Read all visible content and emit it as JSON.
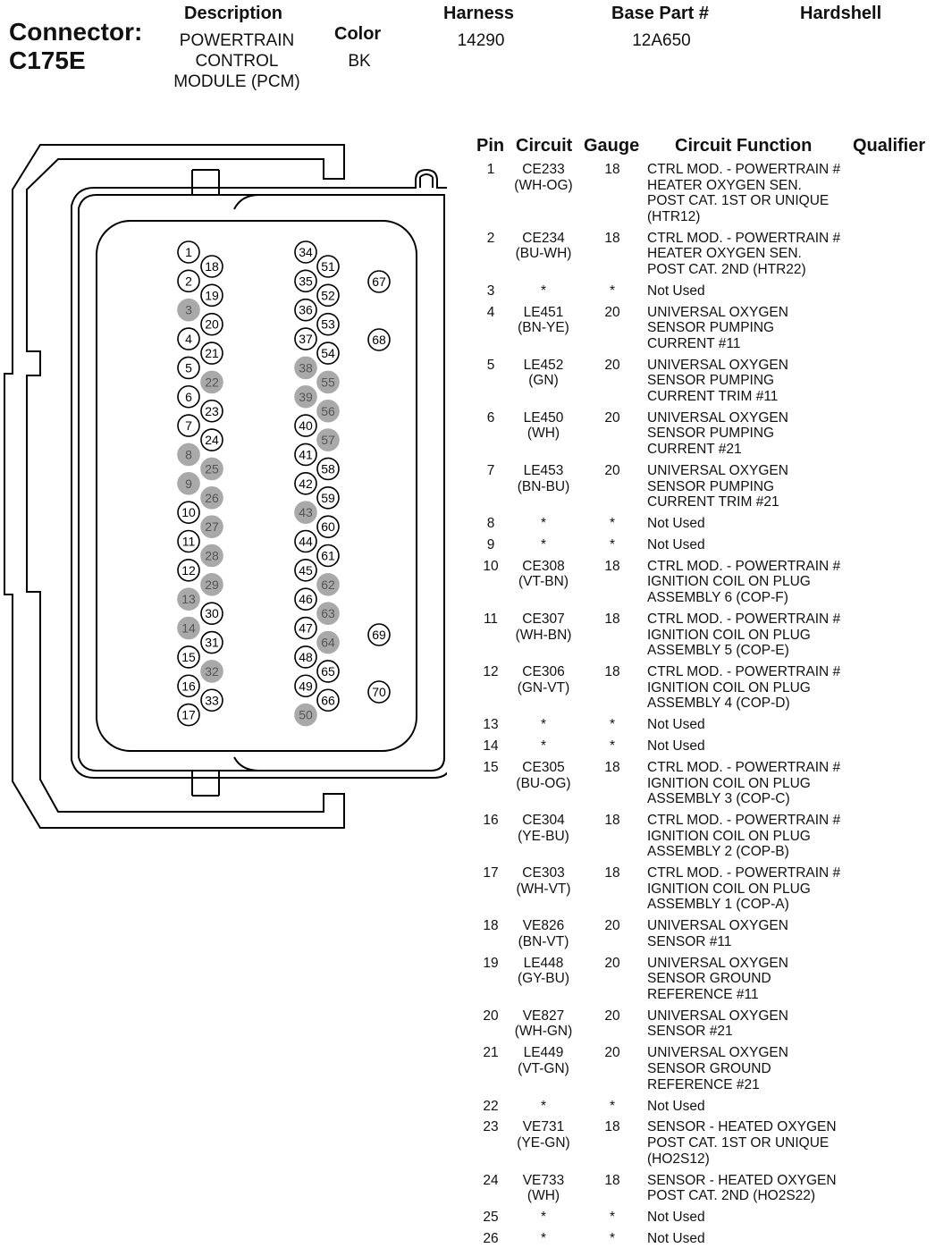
{
  "header": {
    "connector_label": "Connector:",
    "connector_name": "C175E",
    "description_label": "Description",
    "description_lines": [
      "POWERTRAIN",
      "CONTROL",
      "MODULE (PCM)"
    ],
    "color_label": "Color",
    "color_value": "BK",
    "harness_label": "Harness",
    "harness_value": "14290",
    "base_part_label": "Base Part #",
    "base_part_value": "12A650",
    "hardshell_label": "Hardshell"
  },
  "table": {
    "columns": [
      "Pin",
      "Circuit",
      "Gauge",
      "Circuit Function",
      "Qualifier"
    ],
    "rows": [
      {
        "pin": "1",
        "circuit": [
          "CE233",
          "(WH-OG)"
        ],
        "gauge": "18",
        "function": [
          "CTRL MOD. - POWERTRAIN #",
          "HEATER OXYGEN SEN.",
          "POST CAT. 1ST OR UNIQUE",
          "(HTR12)"
        ]
      },
      {
        "pin": "2",
        "circuit": [
          "CE234",
          "(BU-WH)"
        ],
        "gauge": "18",
        "function": [
          "CTRL MOD. - POWERTRAIN #",
          "HEATER OXYGEN SEN.",
          "POST CAT. 2ND (HTR22)"
        ]
      },
      {
        "pin": "3",
        "circuit": [
          "*"
        ],
        "gauge": "*",
        "function": [
          "Not Used"
        ]
      },
      {
        "pin": "4",
        "circuit": [
          "LE451",
          "(BN-YE)"
        ],
        "gauge": "20",
        "function": [
          "UNIVERSAL OXYGEN",
          "SENSOR PUMPING",
          "CURRENT #11"
        ]
      },
      {
        "pin": "5",
        "circuit": [
          "LE452",
          "(GN)"
        ],
        "gauge": "20",
        "function": [
          "UNIVERSAL OXYGEN",
          "SENSOR PUMPING",
          "CURRENT TRIM #11"
        ]
      },
      {
        "pin": "6",
        "circuit": [
          "LE450",
          "(WH)"
        ],
        "gauge": "20",
        "function": [
          "UNIVERSAL OXYGEN",
          "SENSOR PUMPING",
          "CURRENT #21"
        ]
      },
      {
        "pin": "7",
        "circuit": [
          "LE453",
          "(BN-BU)"
        ],
        "gauge": "20",
        "function": [
          "UNIVERSAL OXYGEN",
          "SENSOR PUMPING",
          "CURRENT TRIM #21"
        ]
      },
      {
        "pin": "8",
        "circuit": [
          "*"
        ],
        "gauge": "*",
        "function": [
          "Not Used"
        ]
      },
      {
        "pin": "9",
        "circuit": [
          "*"
        ],
        "gauge": "*",
        "function": [
          "Not Used"
        ]
      },
      {
        "pin": "10",
        "circuit": [
          "CE308",
          "(VT-BN)"
        ],
        "gauge": "18",
        "function": [
          "CTRL MOD. - POWERTRAIN #",
          "IGNITION COIL ON PLUG",
          "ASSEMBLY 6 (COP-F)"
        ]
      },
      {
        "pin": "11",
        "circuit": [
          "CE307",
          "(WH-BN)"
        ],
        "gauge": "18",
        "function": [
          "CTRL MOD. - POWERTRAIN #",
          "IGNITION COIL ON PLUG",
          "ASSEMBLY 5 (COP-E)"
        ]
      },
      {
        "pin": "12",
        "circuit": [
          "CE306",
          "(GN-VT)"
        ],
        "gauge": "18",
        "function": [
          "CTRL MOD. - POWERTRAIN #",
          "IGNITION COIL ON PLUG",
          "ASSEMBLY 4 (COP-D)"
        ]
      },
      {
        "pin": "13",
        "circuit": [
          "*"
        ],
        "gauge": "*",
        "function": [
          "Not Used"
        ]
      },
      {
        "pin": "14",
        "circuit": [
          "*"
        ],
        "gauge": "*",
        "function": [
          "Not Used"
        ]
      },
      {
        "pin": "15",
        "circuit": [
          "CE305",
          "(BU-OG)"
        ],
        "gauge": "18",
        "function": [
          "CTRL MOD. - POWERTRAIN #",
          "IGNITION COIL ON PLUG",
          "ASSEMBLY 3 (COP-C)"
        ]
      },
      {
        "pin": "16",
        "circuit": [
          "CE304",
          "(YE-BU)"
        ],
        "gauge": "18",
        "function": [
          "CTRL MOD. - POWERTRAIN #",
          "IGNITION COIL ON PLUG",
          "ASSEMBLY 2 (COP-B)"
        ]
      },
      {
        "pin": "17",
        "circuit": [
          "CE303",
          "(WH-VT)"
        ],
        "gauge": "18",
        "function": [
          "CTRL MOD. - POWERTRAIN #",
          "IGNITION COIL ON PLUG",
          "ASSEMBLY 1 (COP-A)"
        ]
      },
      {
        "pin": "18",
        "circuit": [
          "VE826",
          "(BN-VT)"
        ],
        "gauge": "20",
        "function": [
          "UNIVERSAL OXYGEN",
          "SENSOR #11"
        ]
      },
      {
        "pin": "19",
        "circuit": [
          "LE448",
          "(GY-BU)"
        ],
        "gauge": "20",
        "function": [
          "UNIVERSAL OXYGEN",
          "SENSOR GROUND",
          "REFERENCE #11"
        ]
      },
      {
        "pin": "20",
        "circuit": [
          "VE827",
          "(WH-GN)"
        ],
        "gauge": "20",
        "function": [
          "UNIVERSAL OXYGEN",
          "SENSOR #21"
        ]
      },
      {
        "pin": "21",
        "circuit": [
          "LE449",
          "(VT-GN)"
        ],
        "gauge": "20",
        "function": [
          "UNIVERSAL OXYGEN",
          "SENSOR GROUND",
          "REFERENCE #21"
        ]
      },
      {
        "pin": "22",
        "circuit": [
          "*"
        ],
        "gauge": "*",
        "function": [
          "Not Used"
        ]
      },
      {
        "pin": "23",
        "circuit": [
          "VE731",
          "(YE-GN)"
        ],
        "gauge": "18",
        "function": [
          "SENSOR - HEATED OXYGEN",
          "POST CAT. 1ST OR UNIQUE",
          "(HO2S12)"
        ]
      },
      {
        "pin": "24",
        "circuit": [
          "VE733",
          "(WH)"
        ],
        "gauge": "18",
        "function": [
          "SENSOR - HEATED OXYGEN",
          "POST CAT. 2ND (HO2S22)"
        ]
      },
      {
        "pin": "25",
        "circuit": [
          "*"
        ],
        "gauge": "*",
        "function": [
          "Not Used"
        ]
      },
      {
        "pin": "26",
        "circuit": [
          "*"
        ],
        "gauge": "*",
        "function": [
          "Not Used"
        ]
      }
    ]
  },
  "diagram": {
    "filled_color": "#a9a9a9",
    "empty_color": "#ffffff",
    "unused_pins": [
      "3",
      "8",
      "9",
      "13",
      "14",
      "22",
      "25",
      "26",
      "27",
      "28",
      "29",
      "32",
      "38",
      "39",
      "43",
      "50",
      "55",
      "56",
      "57",
      "62",
      "63",
      "64"
    ],
    "pins": [
      "1",
      "2",
      "3",
      "4",
      "5",
      "6",
      "7",
      "8",
      "9",
      "10",
      "11",
      "12",
      "13",
      "14",
      "15",
      "16",
      "17",
      "18",
      "19",
      "20",
      "21",
      "22",
      "23",
      "24",
      "25",
      "26",
      "27",
      "28",
      "29",
      "30",
      "31",
      "32",
      "33",
      "34",
      "35",
      "36",
      "37",
      "38",
      "39",
      "40",
      "41",
      "42",
      "43",
      "44",
      "45",
      "46",
      "47",
      "48",
      "49",
      "50",
      "51",
      "52",
      "53",
      "54",
      "55",
      "56",
      "57",
      "58",
      "59",
      "60",
      "61",
      "62",
      "63",
      "64",
      "65",
      "66",
      "67",
      "68",
      "69",
      "70"
    ]
  }
}
